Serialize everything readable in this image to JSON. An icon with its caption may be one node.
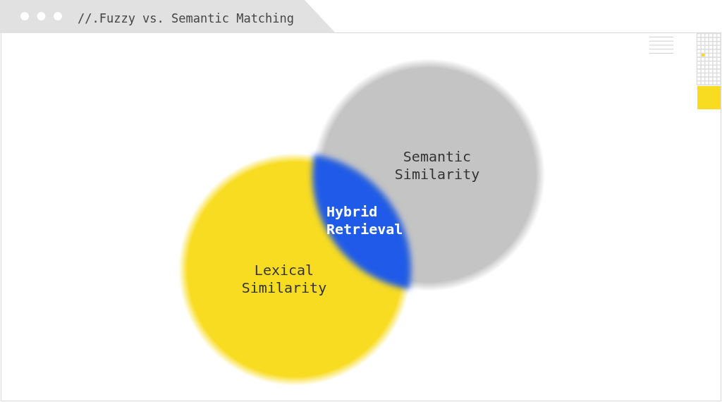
{
  "diagram": {
    "title": "//.Fuzzy vs. Semantic Matching",
    "nodes": [
      {
        "text": [
          "Semantic Similarity"
        ]
      },
      {
        "text": [
          "Hybrid Retrieval"
        ]
      },
      {
        "text": [
          "Lexical Similarity"
        ]
      }
    ]
  }
}
